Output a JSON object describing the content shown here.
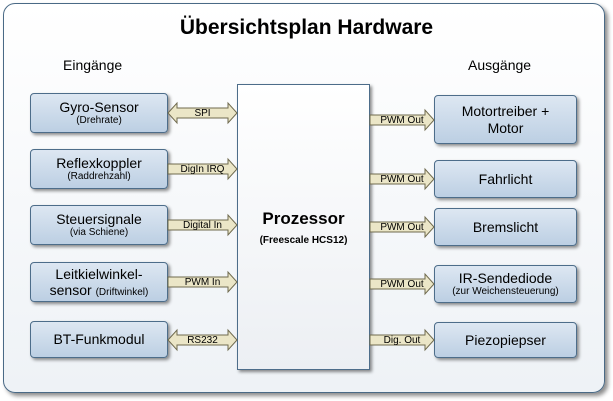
{
  "title": "Übersichtsplan Hardware",
  "inputs_header": "Eingänge",
  "outputs_header": "Ausgänge",
  "processor": {
    "name": "Prozessor",
    "detail": "(Freescale HCS12)"
  },
  "inputs": [
    {
      "name": "Gyro-Sensor",
      "detail": "(Drehrate)",
      "signal": "SPI",
      "direction": "both"
    },
    {
      "name": "Reflexkoppler",
      "detail": "(Raddrehzahl)",
      "signal": "DigIn IRQ",
      "direction": "right"
    },
    {
      "name": "Steuersignale",
      "detail": "(via Schiene)",
      "signal": "Digital In",
      "direction": "right"
    },
    {
      "name": "Leitkielwinkel-",
      "name2": "sensor",
      "detail": "(Driftwinkel)",
      "signal": "PWM In",
      "direction": "right"
    },
    {
      "name": "BT-Funkmodul",
      "detail": "",
      "signal": "RS232",
      "direction": "both"
    }
  ],
  "outputs": [
    {
      "name": "Motortreiber +",
      "name2": "Motor",
      "detail": "",
      "signal": "PWM Out"
    },
    {
      "name": "Fahrlicht",
      "detail": "",
      "signal": "PWM Out"
    },
    {
      "name": "Bremslicht",
      "detail": "",
      "signal": "PWM Out"
    },
    {
      "name": "IR-Sendediode",
      "detail": "(zur Weichensteuerung)",
      "signal": "PWM Out"
    },
    {
      "name": "Piezopiepser",
      "detail": "",
      "signal": "Dig. Out"
    }
  ],
  "colors": {
    "box_fill_top": "#dde7f2",
    "box_fill_bottom": "#bccfe3",
    "arrow_fill": "#ebe6c7",
    "border": "#4d6d8a"
  }
}
